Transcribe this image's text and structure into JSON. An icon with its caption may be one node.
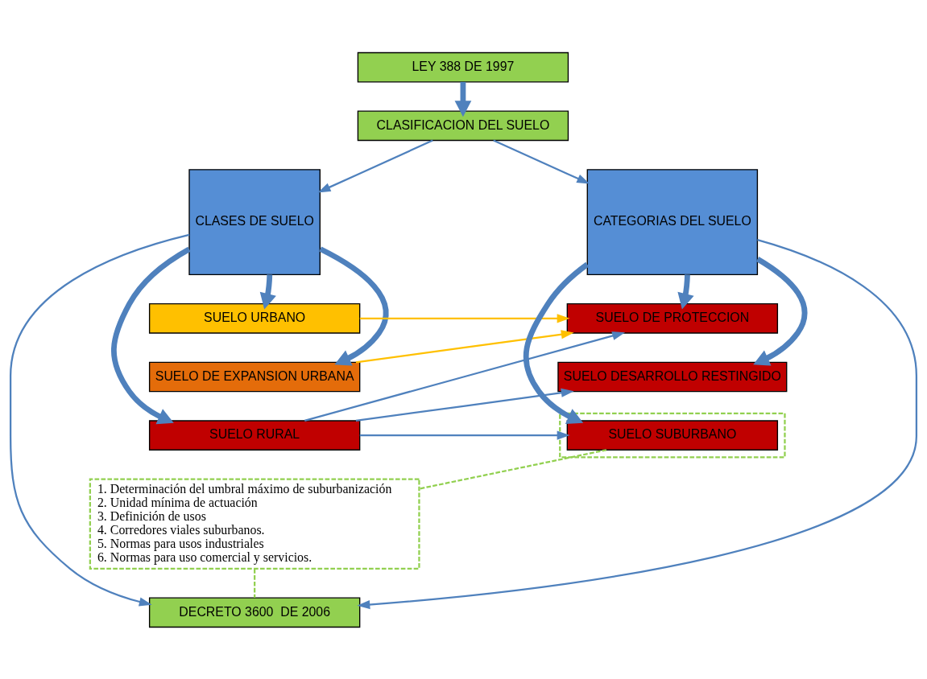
{
  "diagram": {
    "nodes": [
      {
        "text": [
          "LEY 388 DE 1997"
        ]
      },
      {
        "text": [
          "CLASIFICACION DEL SUELO"
        ]
      },
      {
        "text": [
          "CLASES DE SUELO"
        ]
      },
      {
        "text": [
          "SUELO URBANO"
        ]
      },
      {
        "text": [
          "SUELO DE EXPANSION URBANA"
        ]
      },
      {
        "text": [
          "SUELO RURAL"
        ]
      },
      {
        "text": [
          "SUELO DE PROTECCION"
        ]
      },
      {
        "text": [
          "SUELO DESARROLLO RESTINGIDO"
        ]
      },
      {
        "text": [],
        "shape": "box"
      },
      {
        "text": [
          "SUELO SUBURBANO"
        ],
        "in": 8
      },
      {
        "text": [
          "1. Determinación del umbral máximo de suburbanización",
          "2. Unidad mínima de actuación",
          "3. Definición de usos",
          "4. Corredores viales suburbanos.",
          "5. Normas para usos industriales",
          "6. Normas para uso comercial y servicios."
        ]
      },
      {
        "text": [
          "CATEGORIAS DEL SUELO"
        ]
      },
      {
        "text": [
          "DECRETO 3600  DE 2006"
        ]
      }
    ],
    "edges": [
      {
        "from": 0,
        "to": 1,
        "arrow": "to",
        "style": "thick"
      },
      {
        "from": 1,
        "to": 2,
        "arrow": "to"
      },
      {
        "from": 1,
        "to": 11,
        "arrow": "to"
      },
      {
        "from": 2,
        "to": 3,
        "arrow": "to",
        "style": "thick"
      },
      {
        "from": 2,
        "to": 4,
        "arrow": "to",
        "style": "thick"
      },
      {
        "from": 2,
        "to": 5,
        "arrow": "to",
        "style": "thick"
      },
      {
        "from": 3,
        "to": 6,
        "arrow": "to",
        "color": "#ffc000"
      },
      {
        "from": 4,
        "to": 6,
        "arrow": "to",
        "color": "#ffc000"
      },
      {
        "from": 5,
        "to": 6,
        "arrow": "to"
      },
      {
        "from": 5,
        "to": 7,
        "arrow": "to"
      },
      {
        "from": 5,
        "to": 9,
        "arrow": "to"
      },
      {
        "from": 11,
        "to": 6,
        "arrow": "to",
        "style": "thick"
      },
      {
        "from": 11,
        "to": 7,
        "arrow": "to",
        "style": "thick"
      },
      {
        "from": 11,
        "to": 9,
        "arrow": "to",
        "style": "thick"
      },
      {
        "from": 9,
        "to": 10,
        "arrow": "none",
        "style": "dashed",
        "color": "#92d050"
      },
      {
        "from": 10,
        "to": 12,
        "arrow": "none",
        "style": "dashed",
        "color": "#92d050"
      },
      {
        "from": 2,
        "to": 12,
        "arrow": "to"
      },
      {
        "from": 11,
        "to": 12,
        "arrow": "to"
      }
    ]
  }
}
